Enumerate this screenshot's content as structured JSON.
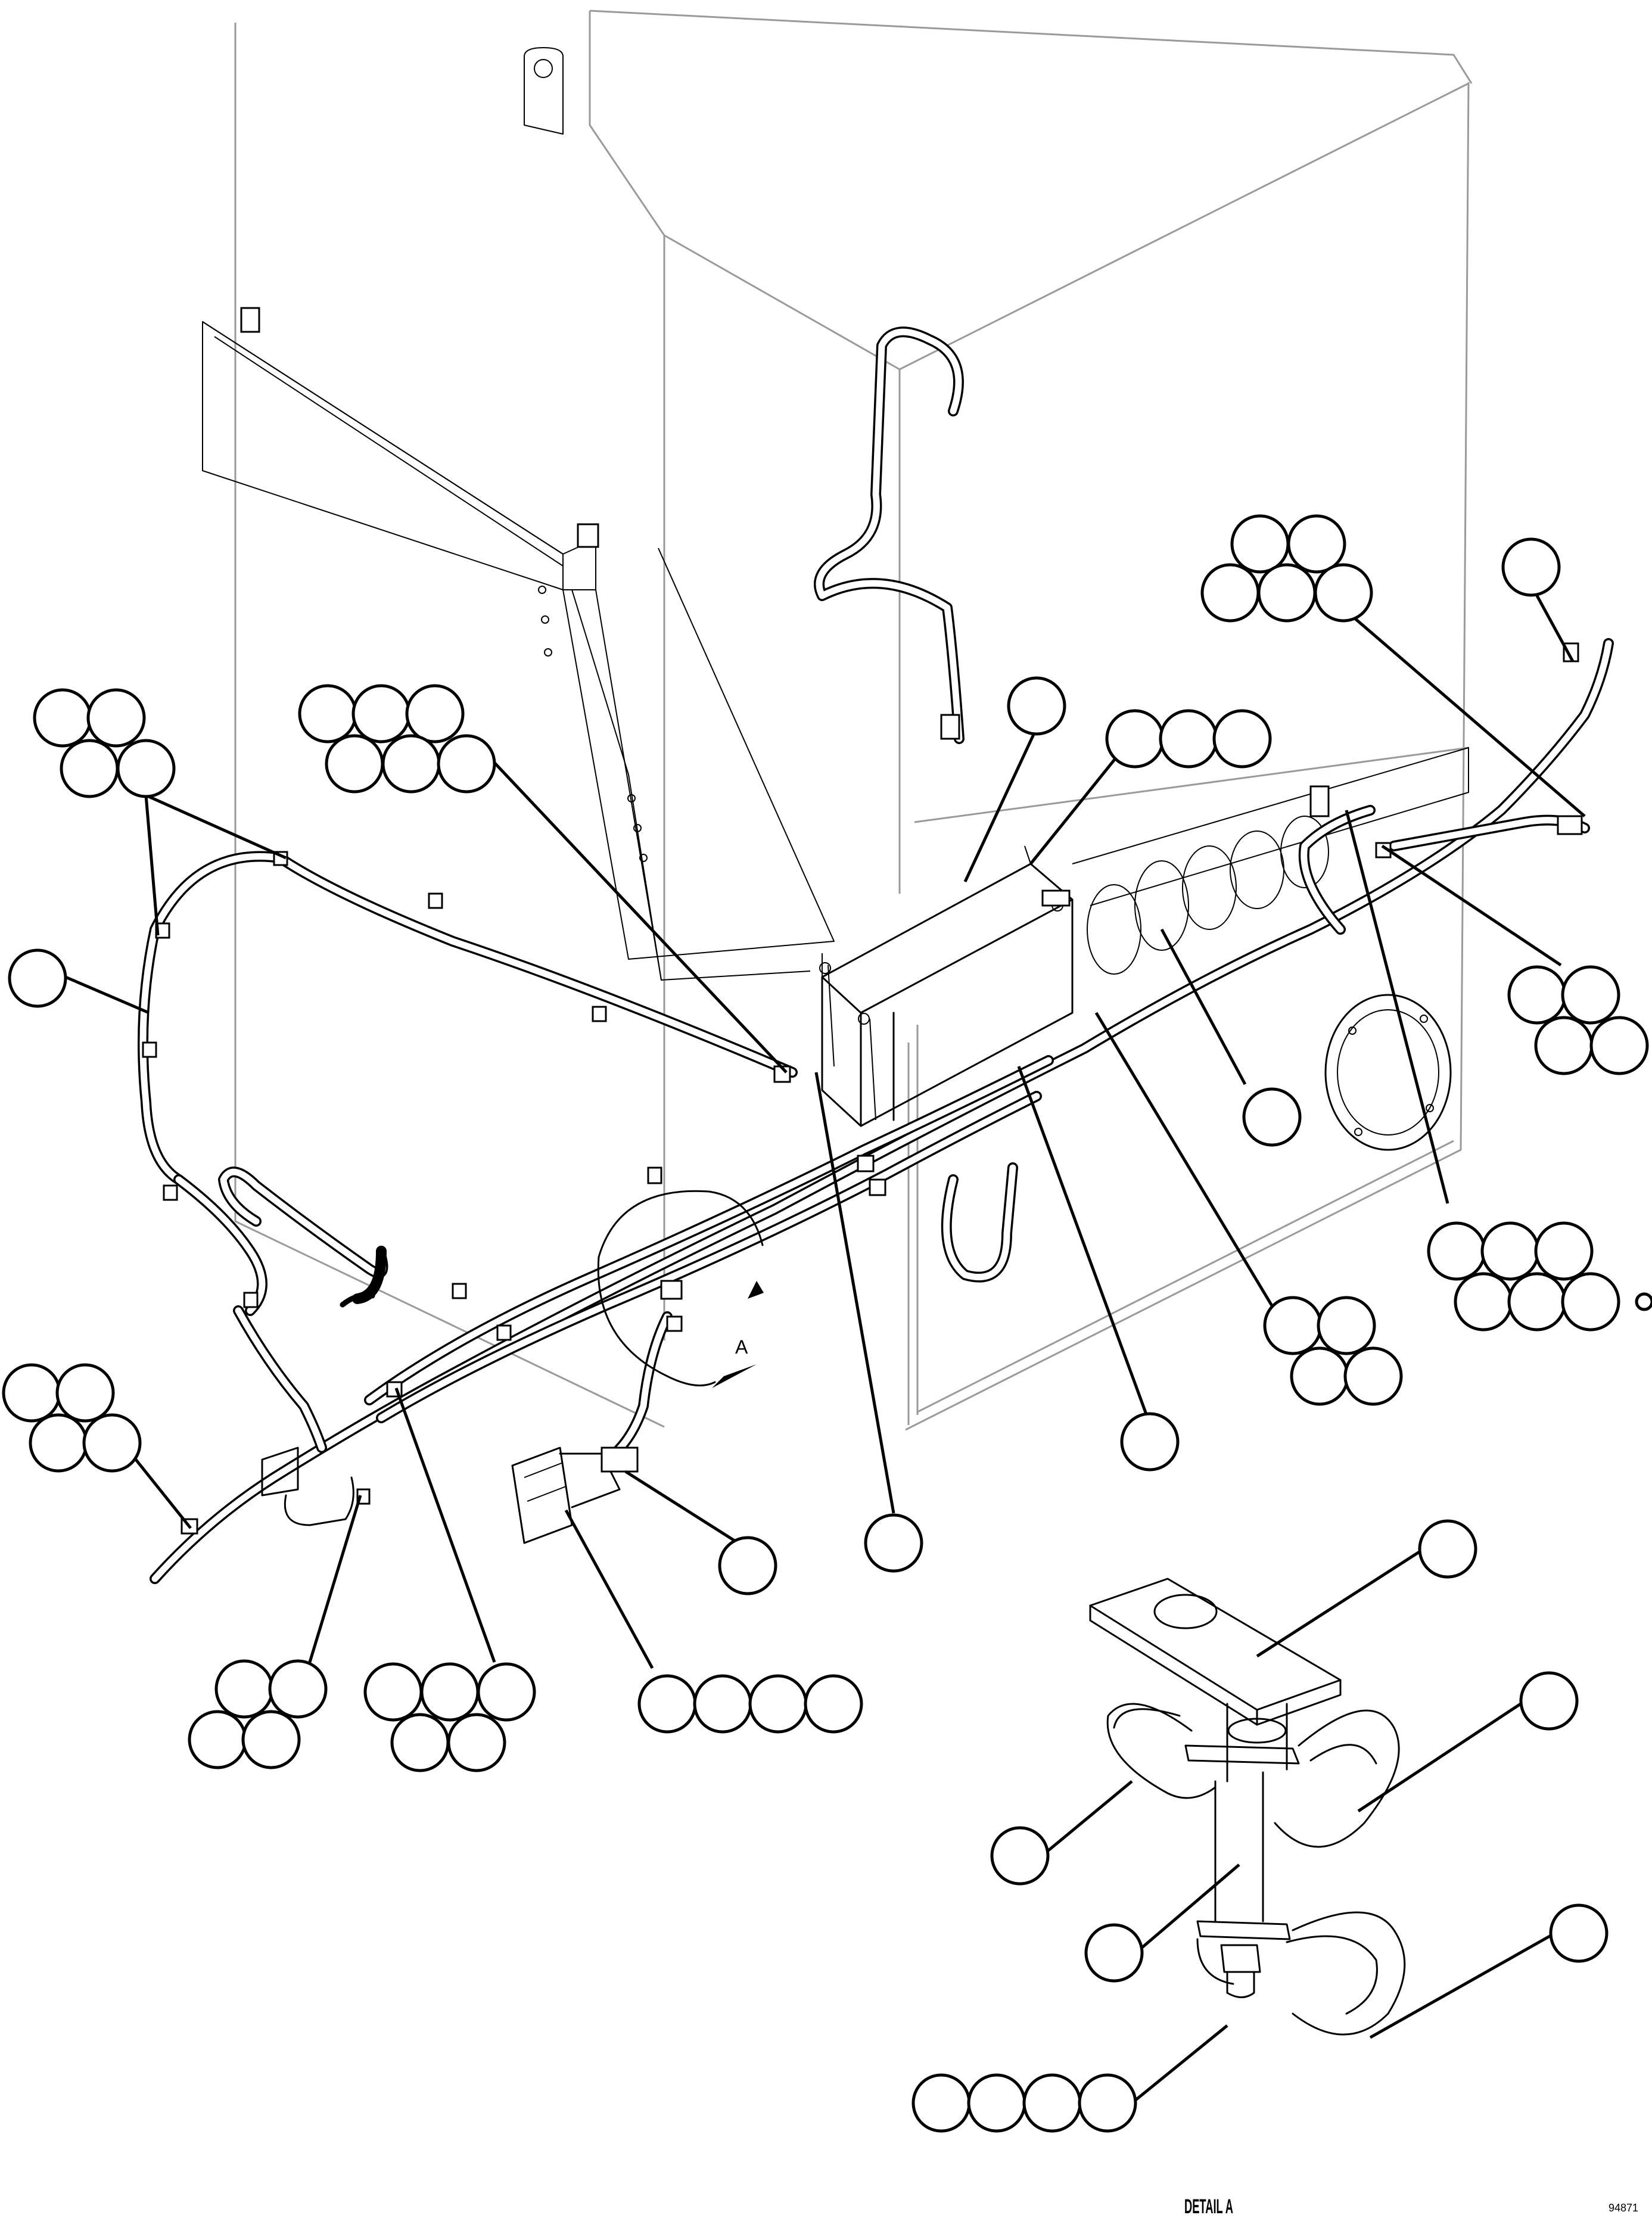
{
  "labels": {
    "detail_callout": "A",
    "detail_title": "DETAIL A",
    "drawing_number": "94871"
  }
}
